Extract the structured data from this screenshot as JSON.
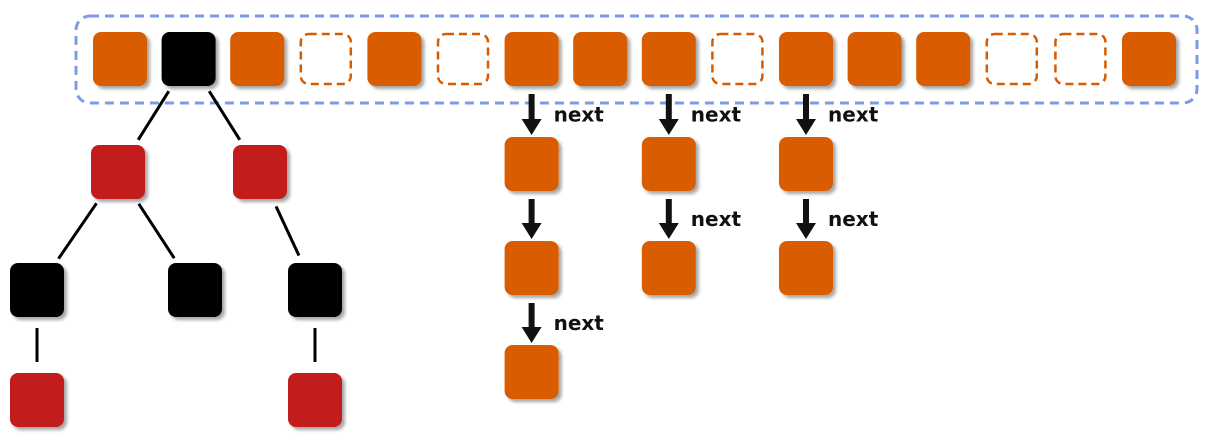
{
  "colors": {
    "slot_filled": "#D95B00",
    "slot_empty_stroke": "#D95B00",
    "bucket_border": "#7B9BEA",
    "tree_black": "#000000",
    "tree_red": "#C31D1E",
    "chain_node": "#D95B00",
    "arrow": "#111111",
    "edge": "#000000"
  },
  "bucket_array": {
    "slots": [
      {
        "state": "filled"
      },
      {
        "state": "tree-root"
      },
      {
        "state": "filled"
      },
      {
        "state": "empty"
      },
      {
        "state": "filled"
      },
      {
        "state": "empty"
      },
      {
        "state": "filled"
      },
      {
        "state": "filled"
      },
      {
        "state": "filled"
      },
      {
        "state": "empty"
      },
      {
        "state": "filled"
      },
      {
        "state": "filled"
      },
      {
        "state": "filled"
      },
      {
        "state": "empty"
      },
      {
        "state": "empty"
      },
      {
        "state": "filled"
      }
    ]
  },
  "chains": [
    {
      "slot": 6,
      "nodes": 3,
      "labels": [
        "next",
        "",
        "next"
      ]
    },
    {
      "slot": 8,
      "nodes": 2,
      "labels": [
        "next",
        "next"
      ]
    },
    {
      "slot": 10,
      "nodes": 2,
      "labels": [
        "next",
        "next"
      ]
    }
  ],
  "tree": {
    "nodes": [
      {
        "id": "root",
        "color": "black",
        "parent": null
      },
      {
        "id": "l1-left",
        "color": "red",
        "parent": "root"
      },
      {
        "id": "l1-right",
        "color": "red",
        "parent": "root"
      },
      {
        "id": "l2-a",
        "color": "black",
        "parent": "l1-left"
      },
      {
        "id": "l2-b",
        "color": "black",
        "parent": "l1-left"
      },
      {
        "id": "l2-c",
        "color": "black",
        "parent": "l1-right"
      },
      {
        "id": "l3-a",
        "color": "red",
        "parent": "l2-a"
      },
      {
        "id": "l3-c",
        "color": "red",
        "parent": "l2-c"
      }
    ]
  }
}
